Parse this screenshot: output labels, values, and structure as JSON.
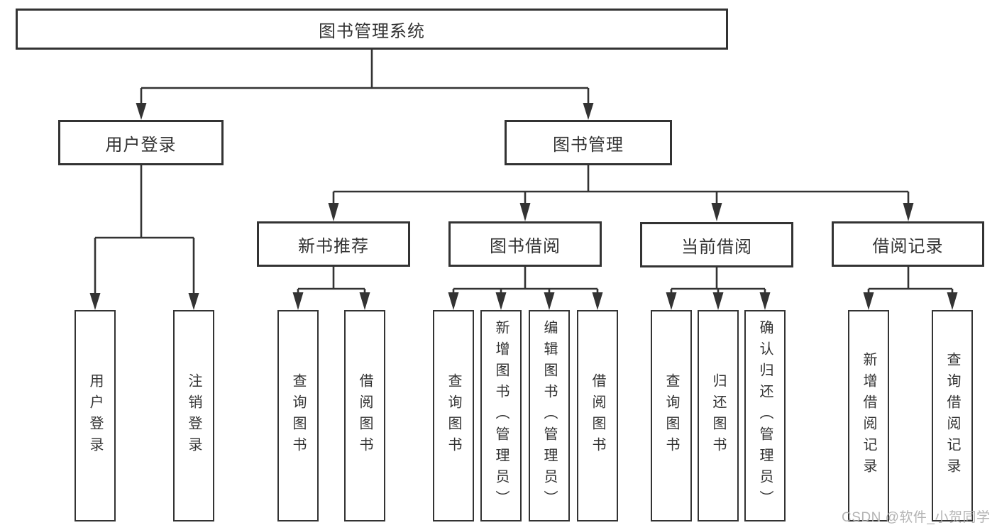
{
  "diagram": {
    "root": {
      "label": "图书管理系统"
    },
    "branches": [
      {
        "label": "用户登录",
        "children": [
          {
            "label": "用户登录"
          },
          {
            "label": "注销登录"
          }
        ]
      },
      {
        "label": "图书管理",
        "sections": [
          {
            "label": "新书推荐",
            "children": [
              {
                "label": "查询图书"
              },
              {
                "label": "借阅图书"
              }
            ]
          },
          {
            "label": "图书借阅",
            "children": [
              {
                "label": "查询图书"
              },
              {
                "label": "新增图书（管理员）"
              },
              {
                "label": "编辑图书（管理员）"
              },
              {
                "label": "借阅图书"
              }
            ]
          },
          {
            "label": "当前借阅",
            "children": [
              {
                "label": "查询图书"
              },
              {
                "label": "归还图书"
              },
              {
                "label": "确认归还（管理员）"
              }
            ]
          },
          {
            "label": "借阅记录",
            "children": [
              {
                "label": "新增借阅记录"
              },
              {
                "label": "查询借阅记录"
              }
            ]
          }
        ]
      }
    ]
  },
  "watermark": {
    "text": "CSDN @软件_小贺同学"
  },
  "colors": {
    "line": "#333333",
    "text": "#333333",
    "box_fill": "#ffffff",
    "watermark": "#acacac",
    "background": "#ffffff"
  }
}
